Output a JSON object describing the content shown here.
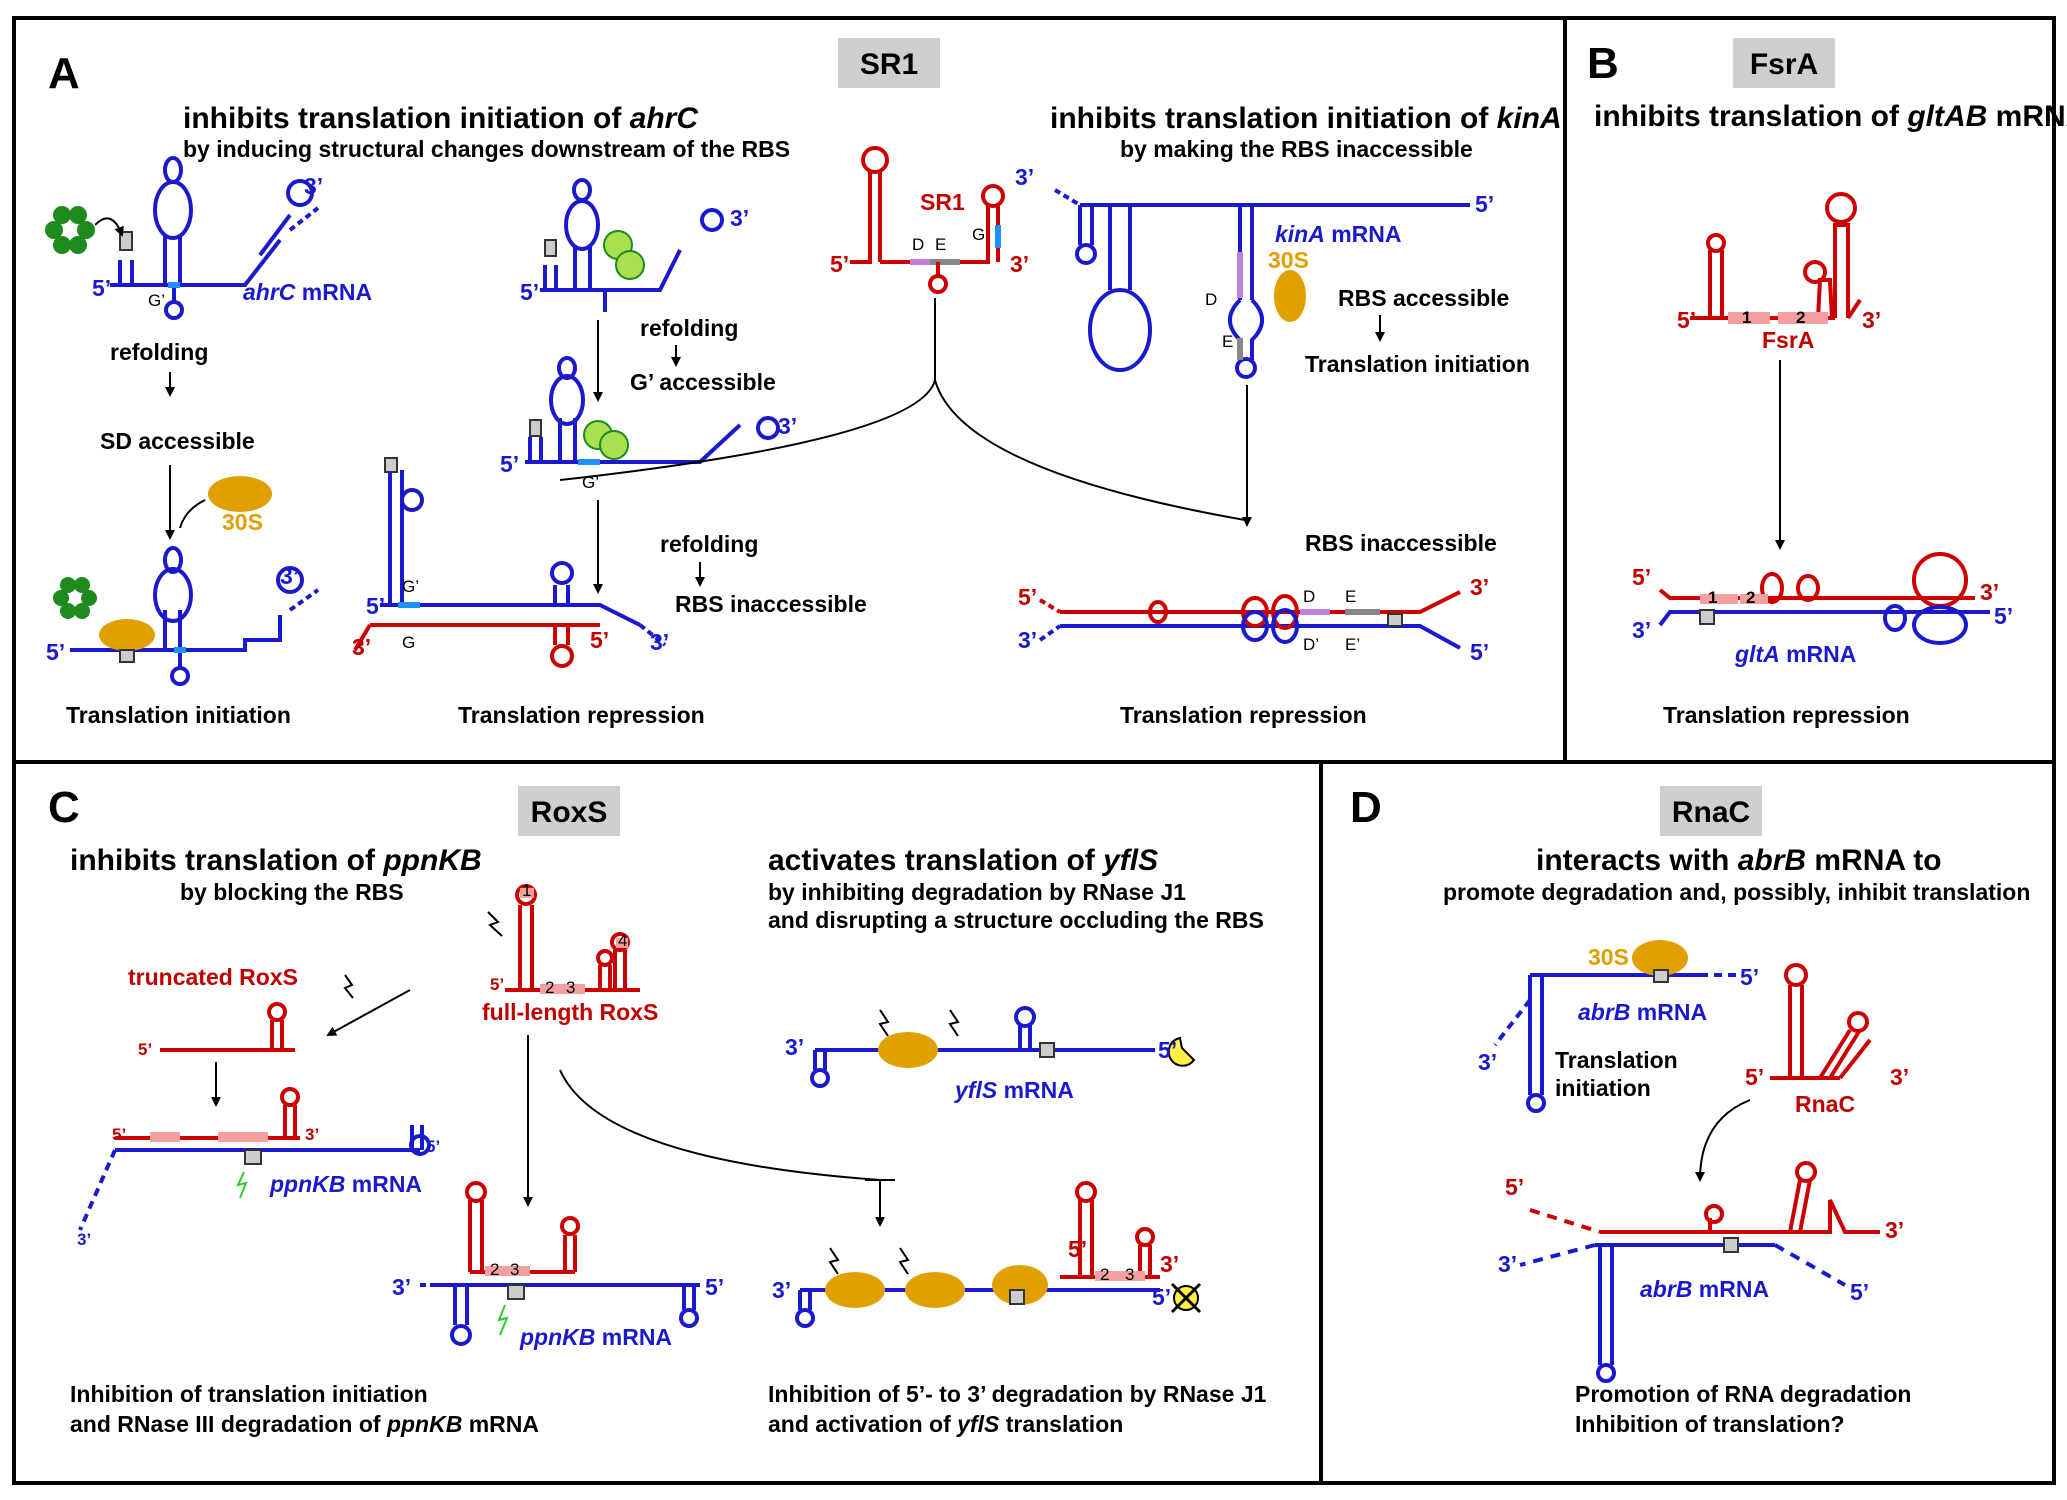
{
  "colors": {
    "sRNA": "#cc0000",
    "mRNA": "#1a1acc",
    "ribosome": "#e0a000",
    "protein_green": "#1e8a1e",
    "light_green": "#a8e050",
    "rbs_pink": "#f5a0a0",
    "tag_bg": "#cfcfcf"
  },
  "panelA": {
    "letter": "A",
    "tag": "SR1",
    "left_title_pre": "inhibits translation initiation of ",
    "left_title_gene": "ahrC",
    "left_subtitle": "by inducing structural changes downstream of the RBS",
    "right_title_pre": "inhibits translation initiation of ",
    "right_title_gene": "kinA",
    "right_subtitle": "by making the RBS inaccessible",
    "ahrC_label_gene": "ahrC",
    "ahrC_label_rest": " mRNA",
    "kinA_label_gene": "kinA",
    "kinA_label_rest": " mRNA",
    "sr1_name": "SR1",
    "refolding": "refolding",
    "sd_accessible": "SD accessible",
    "ribosome": "30S",
    "translation_initiation": "Translation initiation",
    "refolding2": "refolding",
    "g_accessible": "G’ accessible",
    "refolding3": "refolding",
    "rbs_inaccessible": "RBS inaccessible",
    "translation_repression_1": "Translation repression",
    "rbs_accessible": "RBS accessible",
    "translation_initiation_2": "Translation initiation",
    "rbs_inaccessible_2": "RBS inaccessible",
    "translation_repression_2": "Translation repression",
    "end5": "5’",
    "end3": "3’",
    "D": "D",
    "E": "E",
    "G": "G",
    "Gp": "G’",
    "Dp": "D’",
    "Ep": "E’"
  },
  "panelB": {
    "letter": "B",
    "tag": "FsrA",
    "title_pre": "inhibits translation of ",
    "title_gene": "gltAB",
    "title_post": " mRNA",
    "fsrA_name": "FsrA",
    "gltA_gene": "gltA",
    "gltA_rest": " mRNA",
    "translation_repression": "Translation repression",
    "n1": "1",
    "n2": "2"
  },
  "panelC": {
    "letter": "C",
    "tag": "RoxS",
    "left_title_pre": "inhibits translation of ",
    "left_title_gene": "ppnKB",
    "left_subtitle": "by blocking the RBS",
    "truncated": "truncated RoxS",
    "full_length": "full-length RoxS",
    "ppnKB_gene": "ppnKB",
    "ppnKB_rest": " mRNA",
    "right_title_pre": "activates translation of ",
    "right_title_gene": "yflS",
    "right_sub1": "by inhibiting degradation by RNase J1",
    "right_sub2": "and disrupting a structure occluding the RBS",
    "yflS_gene": "yflS",
    "yflS_rest": " mRNA",
    "bottom_left_1": "Inhibition of  translation initiation",
    "bottom_left_2_pre": "and RNase III degradation of ",
    "bottom_left_2_gene": "ppnKB",
    "bottom_left_2_post": " mRNA",
    "bottom_right_1": "Inhibition of 5’- to 3’ degradation by RNase J1",
    "bottom_right_2_pre": "and activation of ",
    "bottom_right_2_gene": "yflS",
    "bottom_right_2_post": " translation",
    "n1": "1",
    "n2": "2",
    "n3": "3",
    "n4": "4"
  },
  "panelD": {
    "letter": "D",
    "tag": "RnaC",
    "title_pre": "interacts with ",
    "title_gene": "abrB",
    "title_post": " mRNA to",
    "subtitle": "promote degradation and, possibly, inhibit translation",
    "ribosome": "30S",
    "abrB_gene": "abrB",
    "abrB_rest": " mRNA",
    "translation": "Translation",
    "initiation": "initiation",
    "rnaC_name": "RnaC",
    "bottom_1": "Promotion of RNA degradation",
    "bottom_2": "Inhibition of translation?"
  }
}
